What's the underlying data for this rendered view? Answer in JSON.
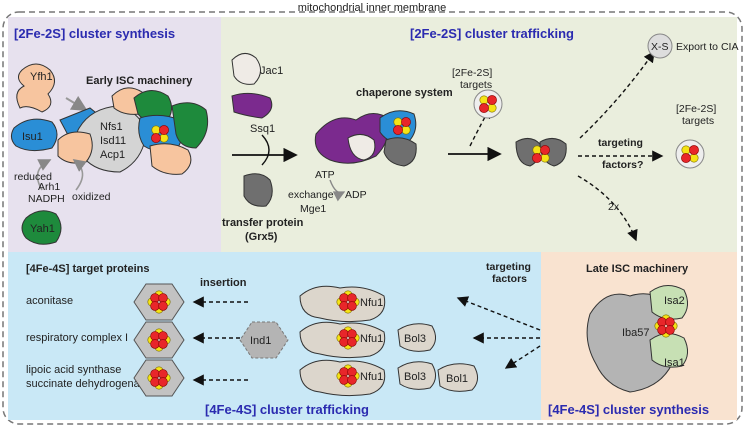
{
  "membrane_label": "mitochondrial inner membrane",
  "panels": {
    "synthesis_2fe2s": {
      "title": "[2Fe-2S] cluster synthesis",
      "machinery": "Early ISC machinery",
      "proteins": [
        "Yfh1",
        "Isu1",
        "Nfs1",
        "Isd11",
        "Acp1",
        "Arh1",
        "NADPH",
        "Yah1"
      ],
      "redox": [
        "reduced",
        "oxidized"
      ]
    },
    "trafficking_2fe2s": {
      "title": "[2Fe-2S] cluster trafficking",
      "chaperones": [
        "Jac1",
        "Ssq1"
      ],
      "chaperone_label": "chaperone system",
      "transfer_protein": "transfer protein",
      "transfer_protein_name": "(Grx5)",
      "exchange": [
        "ATP",
        "ADP",
        "exchange",
        "Mge1"
      ],
      "targets_top": "[2Fe-2S]",
      "targets_top_2": "targets",
      "export": "X-S",
      "export_label": "Export to CIA",
      "targets_right": "[2Fe-2S]",
      "targets_right_2": "targets",
      "targeting_factors": "targeting",
      "targeting_factors_2": "factors?",
      "multiplier": "2x"
    },
    "trafficking_4fe4s": {
      "title": "[4Fe-4S] cluster trafficking",
      "targets_header": "[4Fe-4S] target proteins",
      "insertion": "insertion",
      "targets": [
        "aconitase",
        "respiratory complex I",
        "lipoic acid synthase",
        "succinate dehydrogenase"
      ],
      "carriers": [
        "Nfu1",
        "Nfu1",
        "Nfu1",
        "Ind1",
        "Bol3",
        "Bol3",
        "Bol1"
      ],
      "targeting_factors": "targeting",
      "targeting_factors_2": "factors"
    },
    "synthesis_4fe4s": {
      "title": "[4Fe-4S] cluster synthesis",
      "machinery": "Late ISC machinery",
      "proteins": [
        "Isa2",
        "Iba57",
        "Isa1"
      ]
    }
  },
  "colors": {
    "panel_2fe2s_synthesis": "#e7e1ee",
    "panel_2fe2s_trafficking": "#eaeedd",
    "panel_4fe4s_trafficking": "#c9e8f6",
    "panel_4fe4s_synthesis": "#f9e3d0",
    "title": "#2b2bb0",
    "iron": "#e8262a",
    "sulfur": "#f5e316",
    "purple": "#7b2a8e",
    "blue": "#2a8ed6",
    "green": "#1e8a3c"
  }
}
